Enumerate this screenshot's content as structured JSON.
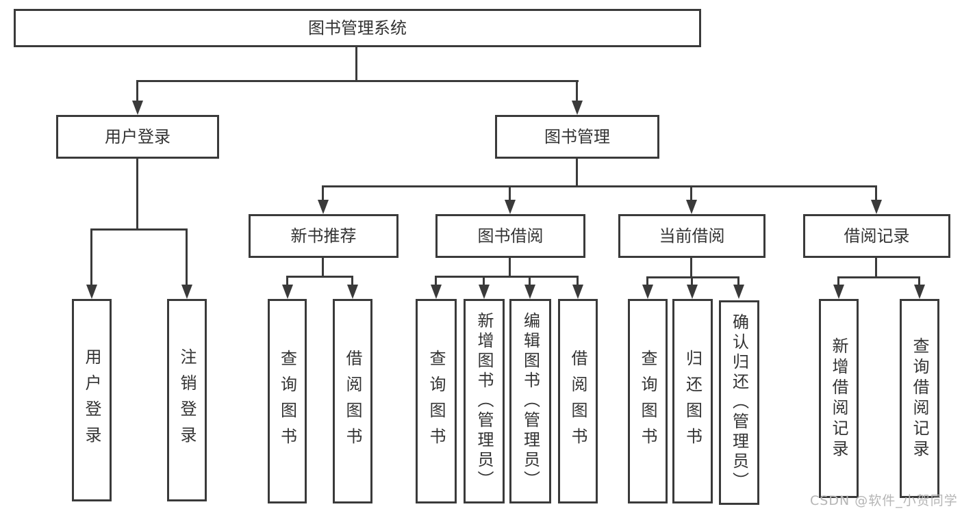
{
  "diagram": {
    "root": {
      "label": "图书管理系统"
    },
    "branches": [
      {
        "label": "用户登录",
        "children": [
          {
            "label": "用户登录"
          },
          {
            "label": "注销登录"
          }
        ]
      },
      {
        "label": "图书管理",
        "children": [
          {
            "label": "新书推荐",
            "children": [
              {
                "label": "查询图书"
              },
              {
                "label": "借阅图书"
              }
            ]
          },
          {
            "label": "图书借阅",
            "children": [
              {
                "label": "查询图书"
              },
              {
                "label": "新增图书（管理员）"
              },
              {
                "label": "编辑图书（管理员）"
              },
              {
                "label": "借阅图书"
              }
            ]
          },
          {
            "label": "当前借阅",
            "children": [
              {
                "label": "查询图书"
              },
              {
                "label": "归还图书"
              },
              {
                "label": "确认归还（管理员）"
              }
            ]
          },
          {
            "label": "借阅记录",
            "children": [
              {
                "label": "新增借阅记录"
              },
              {
                "label": "查询借阅记录"
              }
            ]
          }
        ]
      }
    ]
  },
  "watermark": {
    "text": "CSDN @软件_小贺同学",
    "color": "#b5b5b5"
  },
  "colors": {
    "line": "#3a3a3a",
    "box_border": "#3a3a3a",
    "box_fill": "#ffffff",
    "text": "#333333",
    "background": "#ffffff"
  }
}
